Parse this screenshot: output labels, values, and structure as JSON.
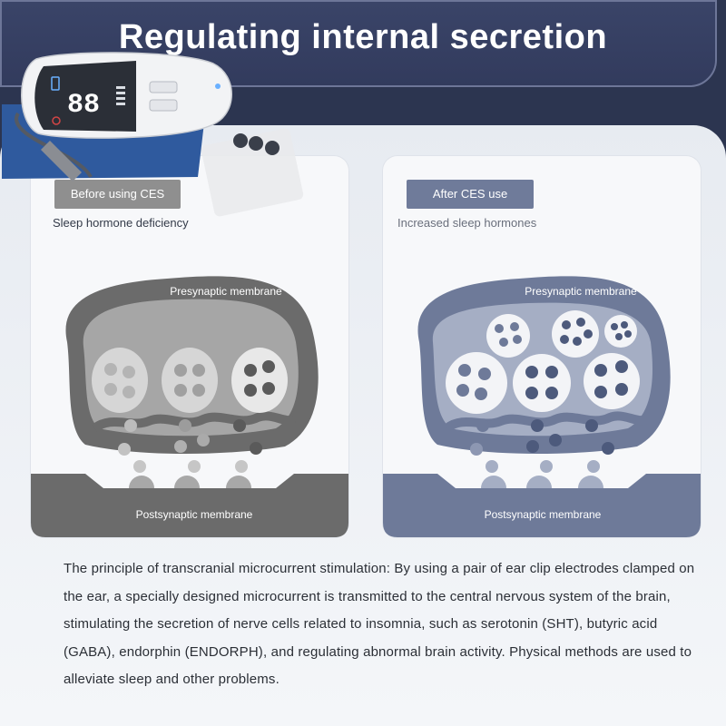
{
  "title": "Regulating internal secretion",
  "before": {
    "label": "Before using CES",
    "subtitle": "Sleep hormone deficiency",
    "presynaptic": "Presynaptic membrane",
    "postsynaptic": "Postsynaptic membrane"
  },
  "after": {
    "label": "After CES use",
    "subtitle": "Increased sleep hormones",
    "presynaptic": "Presynaptic membrane",
    "postsynaptic": "Postsynaptic membrane"
  },
  "device": {
    "display": "88"
  },
  "description": "The principle of transcranial microcurrent stimulation: By using a pair of ear clip electrodes clamped on the ear, a specially designed microcurrent is transmitted to the central nervous system of the brain, stimulating the secretion of nerve cells related to insomnia, such as serotonin (SHT), butyric acid (GABA), endorphin (ENDORPH), and regulating abnormal brain activity. Physical methods are used to alleviate sleep and other problems.",
  "colors": {
    "before_cell": "#6b6b6b",
    "after_cell": "#6e7a99",
    "header_bg": "#343d60"
  }
}
